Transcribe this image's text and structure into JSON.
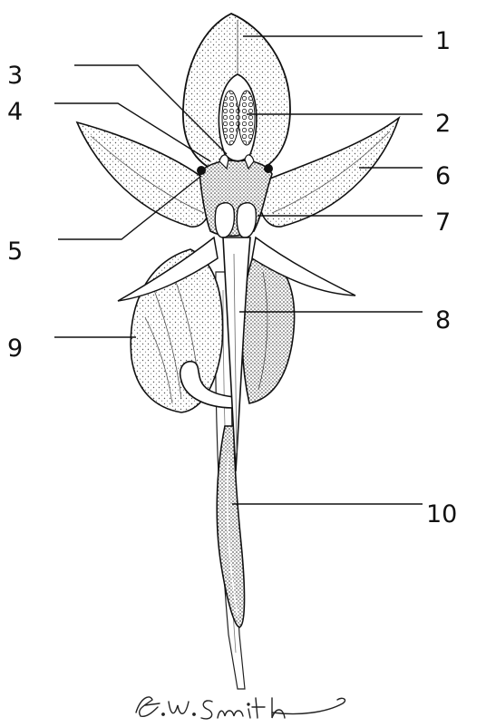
{
  "figure": {
    "labels": [
      {
        "id": "1",
        "text": "1"
      },
      {
        "id": "2",
        "text": "2"
      },
      {
        "id": "3",
        "text": "3"
      },
      {
        "id": "4",
        "text": "4"
      },
      {
        "id": "5",
        "text": "5"
      },
      {
        "id": "6",
        "text": "6"
      },
      {
        "id": "7",
        "text": "7"
      },
      {
        "id": "8",
        "text": "8"
      },
      {
        "id": "9",
        "text": "9"
      },
      {
        "id": "10",
        "text": "10"
      }
    ],
    "signature": "E.W.Smith"
  },
  "colors": {
    "ink": "#111111",
    "paper": "#ffffff",
    "shade": "#cfcfcf"
  }
}
